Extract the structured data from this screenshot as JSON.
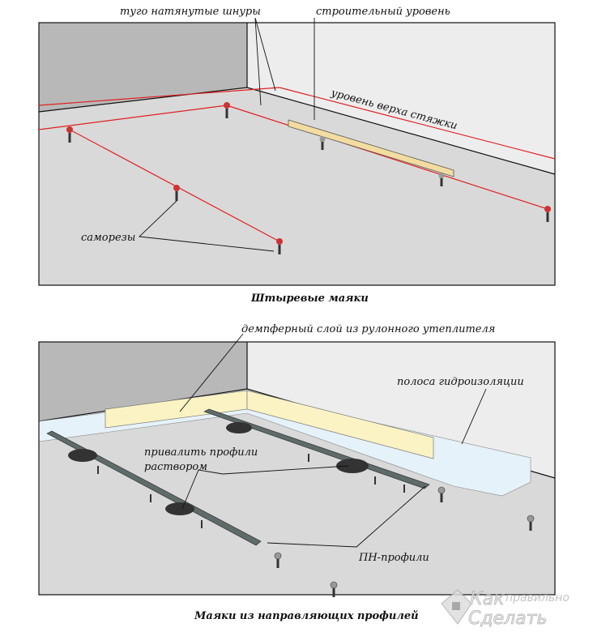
{
  "top_diagram": {
    "labels": {
      "strings": "туго натянутые шнуры",
      "level": "строительный уровень",
      "screed_level": "уровень верха стяжки",
      "screws": "саморезы"
    },
    "caption": "Штыревые маяки"
  },
  "bottom_diagram": {
    "labels": {
      "damper": "демпферный слой из рулонного утеплителя",
      "waterproof": "полоса гидроизоляции",
      "mortar": "привалить профили\nраствором",
      "mortar_line1": "привалить профили",
      "mortar_line2": "раствором",
      "profiles": "ПН-профили"
    },
    "caption": "Маяки из направляющих профилей"
  },
  "watermark": {
    "line1": "Как",
    "line2": "правильно",
    "line3": "Сделать"
  },
  "colors": {
    "string": "#e02020",
    "wall_dark": "#b8b8b8",
    "wall_light": "#ededed",
    "floor": "#d9d9d9",
    "level": "#f3dca0",
    "profile": "#5e6b6a",
    "damper": "#fbf3c4",
    "waterproof": "#e6f2fa"
  }
}
